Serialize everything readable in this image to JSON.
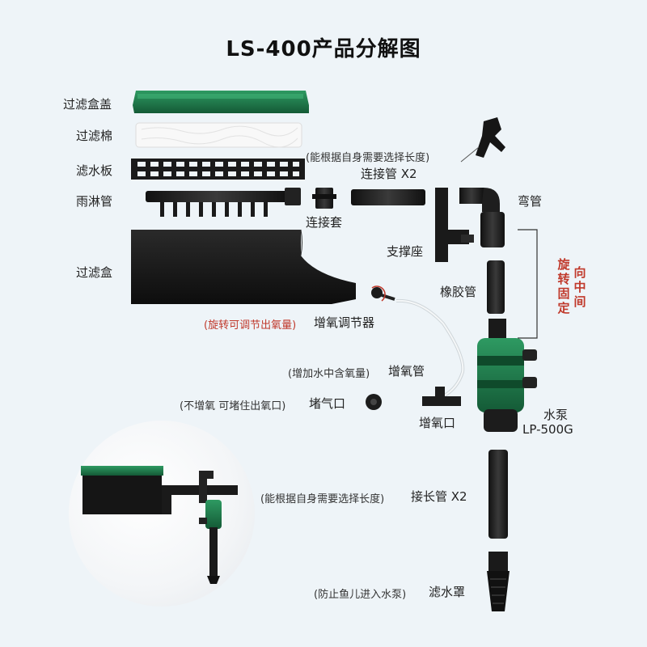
{
  "title": "LS-400产品分解图",
  "parts": {
    "lid": "过滤盒盖",
    "cotton": "过滤棉",
    "plate": "滤水板",
    "rain_pipe": "雨淋管",
    "box": "过滤盒",
    "connector_sleeve": "连接套",
    "connect_pipe_note": "(能根据自身需要选择长度)",
    "connect_pipe": "连接管 X2",
    "elbow": "弯管",
    "support": "支撑座",
    "rubber_pipe": "橡胶管",
    "rotate_label": "旋转固定",
    "center_label": "向中间",
    "regulator_note": "(旋转可调节出氧量)",
    "regulator": "增氧调节器",
    "air_pipe_note": "(增加水中含氧量)",
    "air_pipe": "增氧管",
    "plug_note": "(不增氧 可堵住出氧口)",
    "plug": "堵气口",
    "air_outlet": "增氧口",
    "pump": "水泵",
    "pump_model": "LP-500G",
    "ext_pipe_note": "(能根据自身需要选择长度)",
    "ext_pipe": "接长管 X2",
    "strainer_note": "(防止鱼儿进入水泵)",
    "strainer": "滤水罩"
  },
  "colors": {
    "green": "#1f7a4c",
    "black": "#1b1b1b",
    "accent_red": "#c0392b"
  }
}
